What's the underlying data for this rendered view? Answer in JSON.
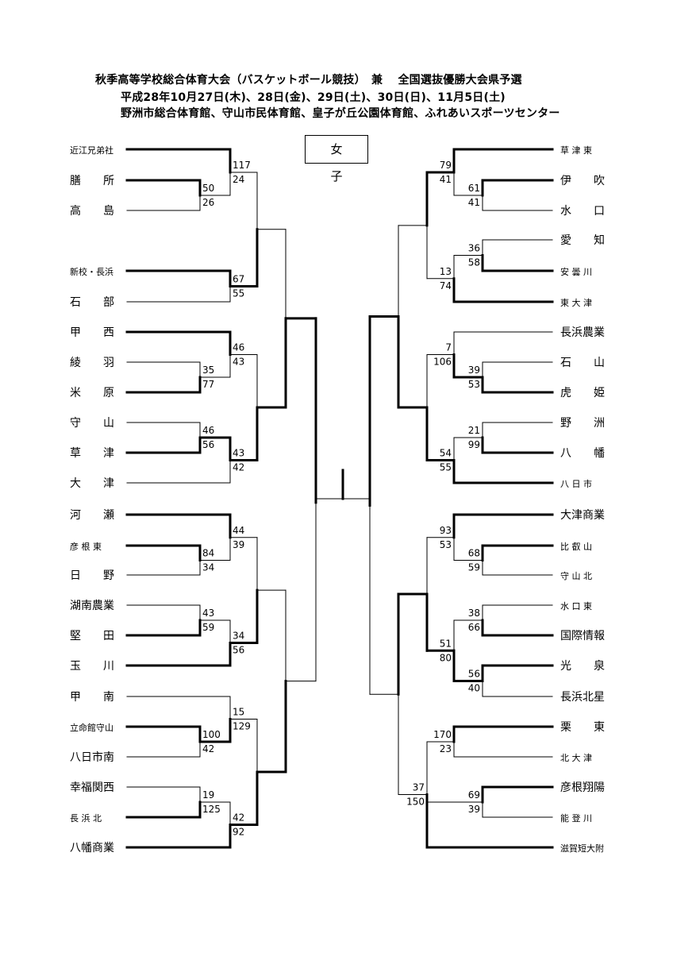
{
  "header": {
    "line1": "秋季高等学校総合体育大会（バスケットボール競技）　兼　 全国選抜優勝大会県予選",
    "line2": "平成28年10月27日(木)、28日(金)、29日(土)、30日(日)、11月5日(土)",
    "line3": "野洲市総合体育館、守山市民体育館、皇子が丘公園体育館、ふれあいスポーツセンター"
  },
  "division": "女子",
  "left": {
    "teams": [
      "近江兄弟社",
      "膳　　所",
      "高　　島",
      "新校・長浜",
      "石　　部",
      "甲　　西",
      "綾　　羽",
      "米　　原",
      "守　　山",
      "草　　津",
      "大　　津",
      "河　　瀬",
      "彦 根 東",
      "日　　野",
      "湖南農業",
      "堅　　田",
      "玉　　川",
      "甲　　南",
      "立命館守山",
      "八日市南",
      "幸福関西",
      "長 浜 北",
      "八幡商業"
    ],
    "scores": [
      {
        "top": "50",
        "bottom": "26"
      },
      {
        "top": "117",
        "bottom": "24"
      },
      {
        "top": "67",
        "bottom": "55"
      },
      {
        "top": "35",
        "bottom": "77"
      },
      {
        "top": "46",
        "bottom": "43"
      },
      {
        "top": "46",
        "bottom": "56"
      },
      {
        "top": "43",
        "bottom": "42"
      },
      {
        "top": "84",
        "bottom": "34"
      },
      {
        "top": "44",
        "bottom": "39"
      },
      {
        "top": "43",
        "bottom": "59"
      },
      {
        "top": "34",
        "bottom": "56"
      },
      {
        "top": "100",
        "bottom": "42"
      },
      {
        "top": "15",
        "bottom": "129"
      },
      {
        "top": "19",
        "bottom": "125"
      },
      {
        "top": "42",
        "bottom": "92"
      }
    ]
  },
  "right": {
    "teams": [
      "草 津 東",
      "伊　　吹",
      "水　　口",
      "愛　　知",
      "安 曇 川",
      "東 大 津",
      "長浜農業",
      "石　　山",
      "虎　　姫",
      "野　　洲",
      "八　　幡",
      "八 日 市",
      "大津商業",
      "比 叡 山",
      "守 山 北",
      "水 口 東",
      "国際情報",
      "光　　泉",
      "長浜北星",
      "栗　　東",
      "北 大 津",
      "彦根翔陽",
      "能 登 川",
      "滋賀短大附"
    ],
    "scores": [
      {
        "top": "61",
        "bottom": "41"
      },
      {
        "top": "79",
        "bottom": "41"
      },
      {
        "top": "36",
        "bottom": "58"
      },
      {
        "top": "13",
        "bottom": "74"
      },
      {
        "top": "39",
        "bottom": "53"
      },
      {
        "top": "7",
        "bottom": "106"
      },
      {
        "top": "21",
        "bottom": "99"
      },
      {
        "top": "54",
        "bottom": "55"
      },
      {
        "top": "68",
        "bottom": "59"
      },
      {
        "top": "93",
        "bottom": "53"
      },
      {
        "top": "38",
        "bottom": "66"
      },
      {
        "top": "56",
        "bottom": "40"
      },
      {
        "top": "51",
        "bottom": "80"
      },
      {
        "top": "69",
        "bottom": "39"
      },
      {
        "top": "170",
        "bottom": "23"
      },
      {
        "top": "37",
        "bottom": "150"
      }
    ]
  }
}
